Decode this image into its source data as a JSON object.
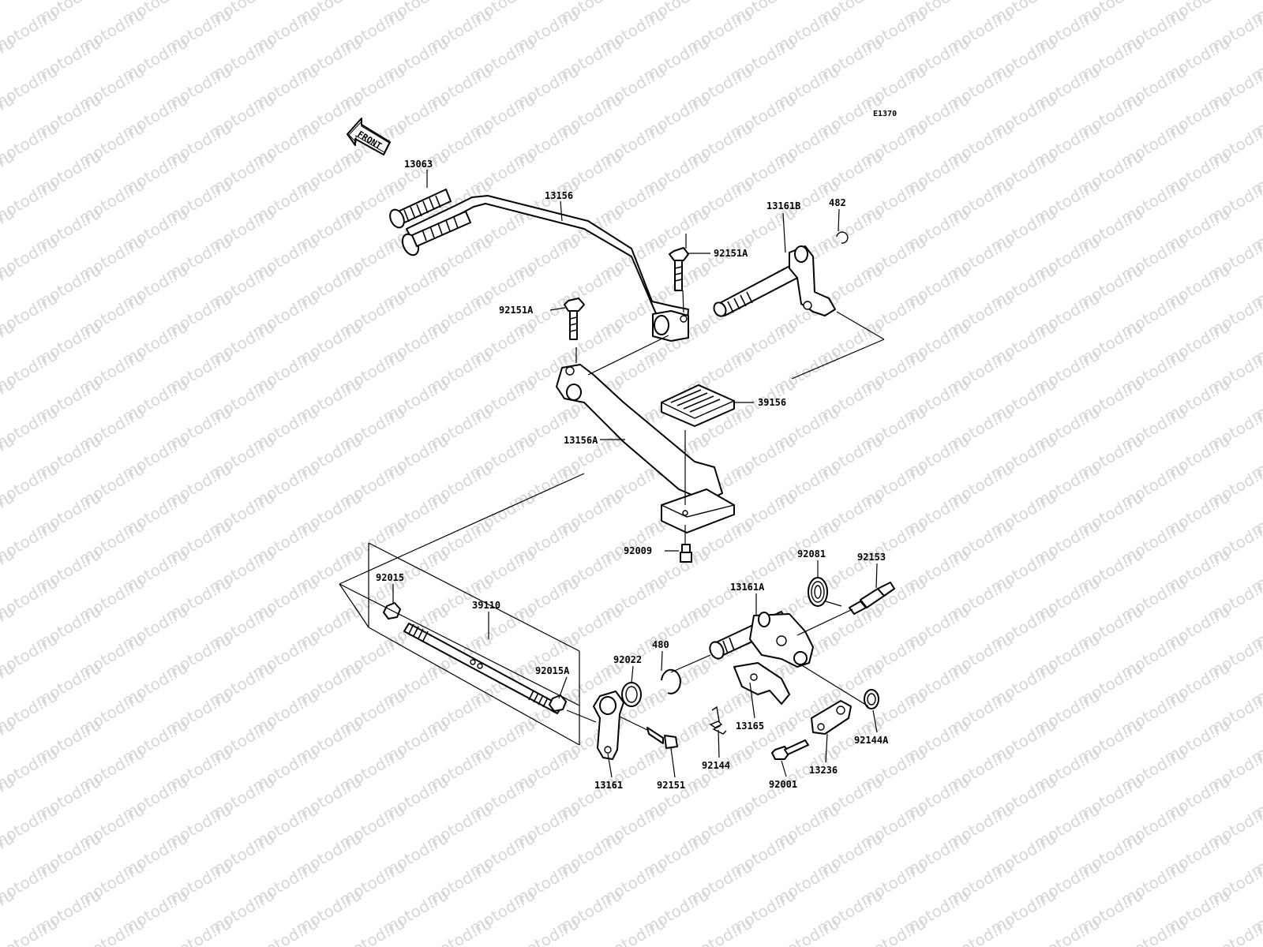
{
  "diagram": {
    "code": "E1370",
    "direction_label": "FRONT",
    "watermark_text": "motod.ru",
    "line_color": "#000000",
    "watermark_color": "#d6d6d6",
    "parts": [
      {
        "id": "p-13063",
        "number": "13063"
      },
      {
        "id": "p-13156",
        "number": "13156"
      },
      {
        "id": "p-482",
        "number": "482"
      },
      {
        "id": "p-13161b",
        "number": "13161B"
      },
      {
        "id": "p-92151a-top",
        "number": "92151A"
      },
      {
        "id": "p-92151a-left",
        "number": "92151A"
      },
      {
        "id": "p-39156",
        "number": "39156"
      },
      {
        "id": "p-13156a",
        "number": "13156A"
      },
      {
        "id": "p-92009",
        "number": "92009"
      },
      {
        "id": "p-92081",
        "number": "92081"
      },
      {
        "id": "p-92153",
        "number": "92153"
      },
      {
        "id": "p-13161a",
        "number": "13161A"
      },
      {
        "id": "p-92015",
        "number": "92015"
      },
      {
        "id": "p-39110",
        "number": "39110"
      },
      {
        "id": "p-480",
        "number": "480"
      },
      {
        "id": "p-92022",
        "number": "92022"
      },
      {
        "id": "p-92015a",
        "number": "92015A"
      },
      {
        "id": "p-13165",
        "number": "13165"
      },
      {
        "id": "p-92144a",
        "number": "92144A"
      },
      {
        "id": "p-92144",
        "number": "92144"
      },
      {
        "id": "p-13236",
        "number": "13236"
      },
      {
        "id": "p-92001",
        "number": "92001"
      },
      {
        "id": "p-92151",
        "number": "92151"
      },
      {
        "id": "p-13161",
        "number": "13161"
      }
    ]
  }
}
